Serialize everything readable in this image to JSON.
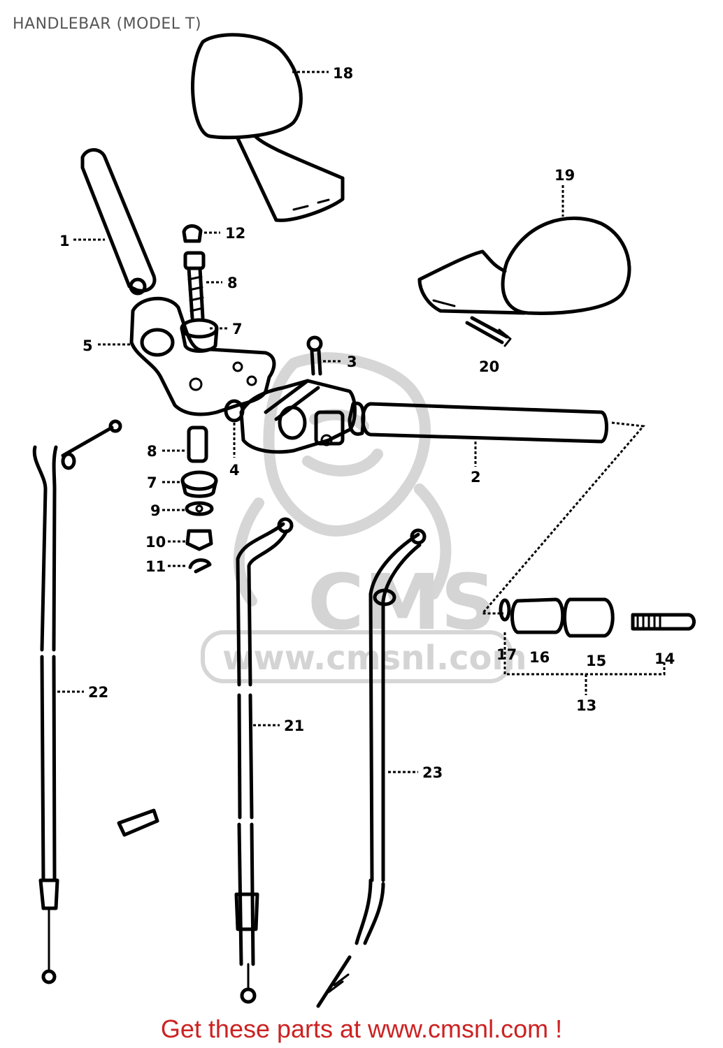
{
  "title": "HANDLEBAR (MODEL T)",
  "footer": "Get these parts at www.cmsnl.com !",
  "watermark": {
    "logo": "CMS",
    "url": "www.cmsnl.com"
  },
  "colors": {
    "footer": "#cc2222",
    "title": "#555555",
    "watermark": "#d4d4d4",
    "lines": "#000000"
  },
  "callouts": [
    {
      "id": "c18",
      "label": "18"
    },
    {
      "id": "c19",
      "label": "19"
    },
    {
      "id": "c1",
      "label": "1"
    },
    {
      "id": "c12",
      "label": "12"
    },
    {
      "id": "c8a",
      "label": "8"
    },
    {
      "id": "c7a",
      "label": "7"
    },
    {
      "id": "c5",
      "label": "5"
    },
    {
      "id": "c3",
      "label": "3"
    },
    {
      "id": "c20",
      "label": "20"
    },
    {
      "id": "c8b",
      "label": "8"
    },
    {
      "id": "c4",
      "label": "4"
    },
    {
      "id": "c2",
      "label": "2"
    },
    {
      "id": "c7b",
      "label": "7"
    },
    {
      "id": "c9",
      "label": "9"
    },
    {
      "id": "c10",
      "label": "10"
    },
    {
      "id": "c11",
      "label": "11"
    },
    {
      "id": "c17",
      "label": "17"
    },
    {
      "id": "c16",
      "label": "16"
    },
    {
      "id": "c15",
      "label": "15"
    },
    {
      "id": "c14",
      "label": "14"
    },
    {
      "id": "c13",
      "label": "13"
    },
    {
      "id": "c22",
      "label": "22"
    },
    {
      "id": "c21",
      "label": "21"
    },
    {
      "id": "c23",
      "label": "23"
    }
  ]
}
